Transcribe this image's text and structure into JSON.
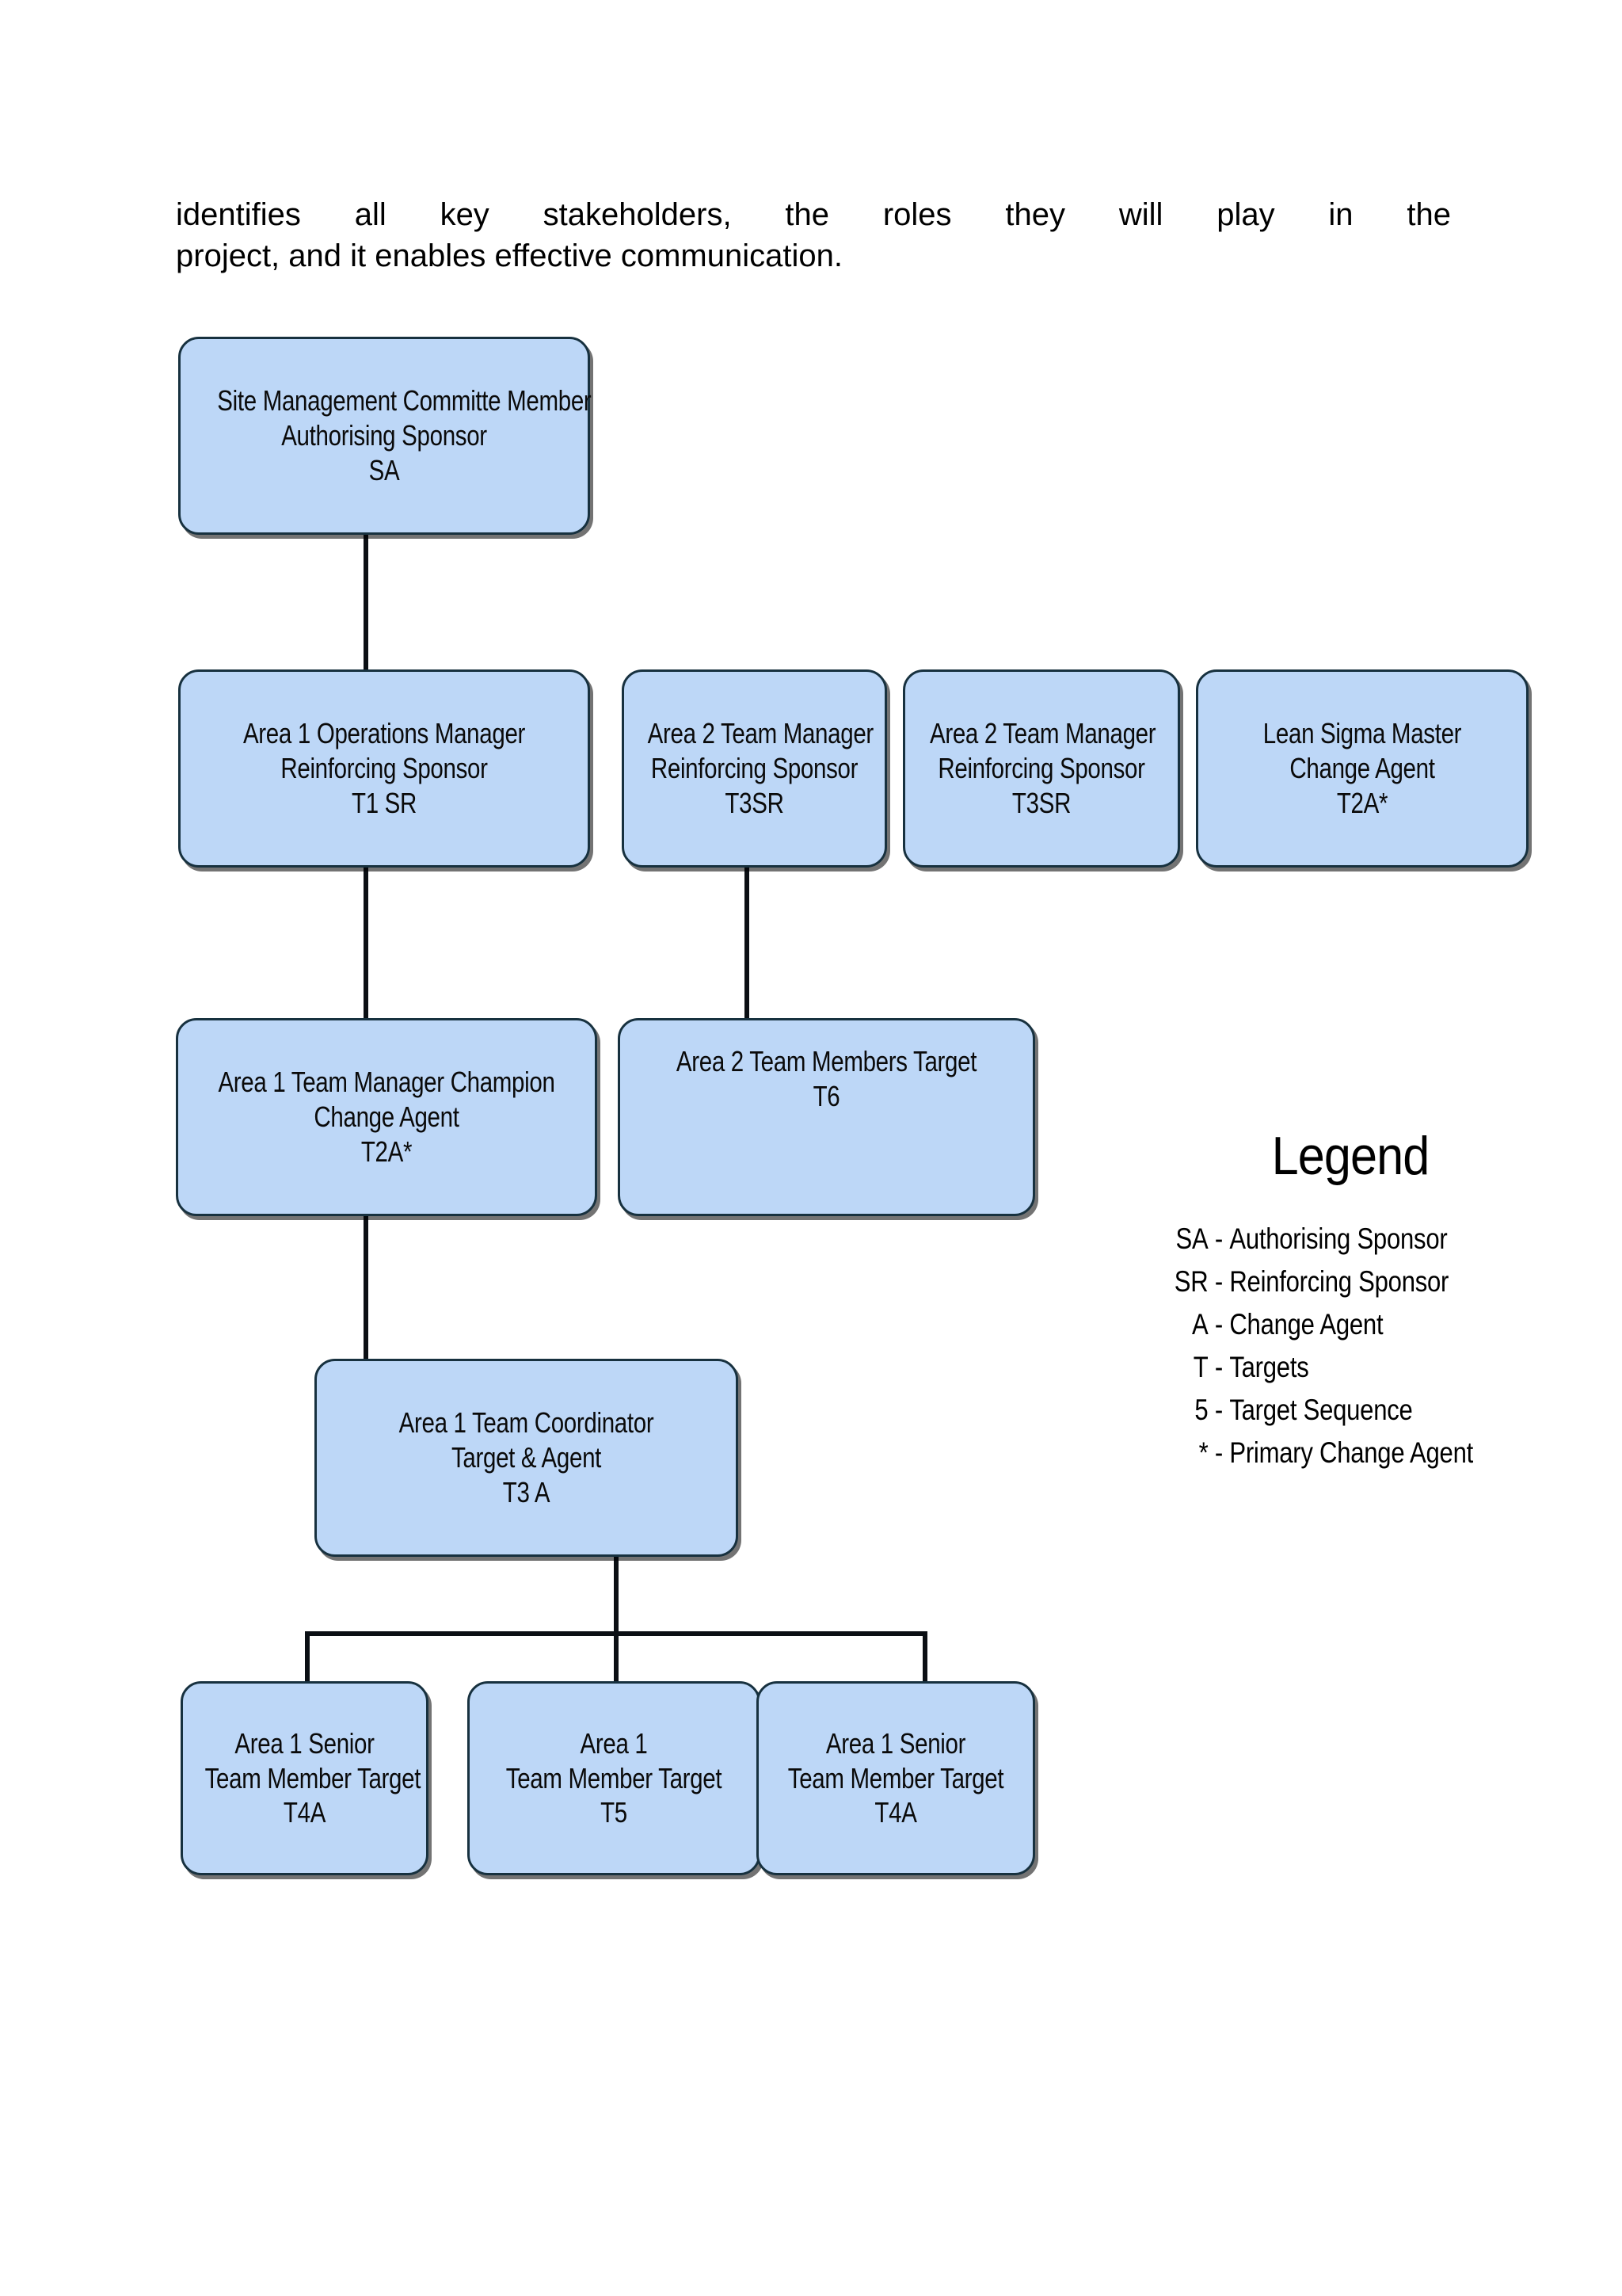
{
  "paragraph": {
    "line1": "identifies all key stakeholders, the roles they will play in the",
    "line2": "project, and it enables effective communication."
  },
  "diagram": {
    "nodes": [
      {
        "id": "site-management-committe-member",
        "line1": "Site Management Committe Member",
        "line2": "Authorising Sponsor",
        "line3": "SA"
      },
      {
        "id": "area-1-operations-manager",
        "line1": "Area 1 Operations Manager",
        "line2": "Reinforcing Sponsor",
        "line3": "T1 SR"
      },
      {
        "id": "area-2-team-manager-a",
        "line1": "Area 2 Team Manager",
        "line2": "Reinforcing Sponsor",
        "line3": "T3SR"
      },
      {
        "id": "area-2-team-manager-b",
        "line1": "Area 2 Team Manager",
        "line2": "Reinforcing Sponsor",
        "line3": "T3SR"
      },
      {
        "id": "lean-sigma-master",
        "line1": "Lean Sigma Master",
        "line2": "Change Agent",
        "line3": "T2A*"
      },
      {
        "id": "area-1-team-manager-champion",
        "line1": "Area 1 Team Manager Champion",
        "line2": "Change Agent",
        "line3": "T2A*"
      },
      {
        "id": "area-2-team-members-target",
        "line1": "Area 2 Team Members Target",
        "line2": "T6",
        "line3": ""
      },
      {
        "id": "area-1-team-coordinator",
        "line1": "Area 1 Team Coordinator",
        "line2": "Target & Agent",
        "line3": "T3 A"
      },
      {
        "id": "area-1-senior-team-member-left",
        "line1": "Area 1 Senior",
        "line2": "Team Member Target",
        "line3": "T4A"
      },
      {
        "id": "area-1-team-member-middle",
        "line1": "Area 1",
        "line2": "Team Member Target",
        "line3": "T5"
      },
      {
        "id": "area-1-senior-team-member-right",
        "line1": "Area 1 Senior",
        "line2": "Team Member Target",
        "line3": "T4A"
      }
    ],
    "colors": {
      "node_fill": "#bdd7f7",
      "node_border": "#17313f",
      "connector": "#0b0f14"
    }
  },
  "legend": {
    "title": "Legend",
    "items": [
      {
        "key": "SA",
        "dash": "-",
        "desc": "Authorising Sponsor"
      },
      {
        "key": "SR",
        "dash": "-",
        "desc": "Reinforcing Sponsor"
      },
      {
        "key": "A",
        "dash": "-",
        "desc": "Change Agent"
      },
      {
        "key": "T",
        "dash": "-",
        "desc": "Targets"
      },
      {
        "key": "5",
        "dash": "-",
        "desc": "Target Sequence"
      },
      {
        "key": "*",
        "dash": "-",
        "desc": "Primary Change Agent"
      }
    ]
  }
}
